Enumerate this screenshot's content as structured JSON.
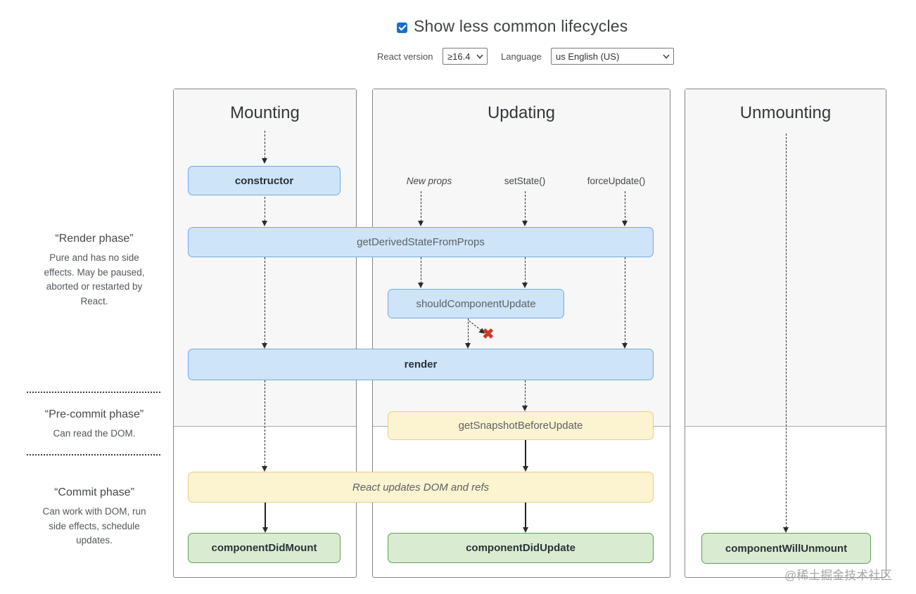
{
  "header": {
    "show_less_label": "Show less common lifecycles",
    "checkbox_checked": true,
    "react_version": {
      "label": "React version",
      "value": "≥16.4"
    },
    "language": {
      "label": "Language",
      "value": "us English (US)"
    }
  },
  "phase_labels": {
    "render": {
      "title": "“Render phase”",
      "description": "Pure and has no side effects. May be paused, aborted or restarted by React."
    },
    "pre_commit": {
      "title": "“Pre-commit phase”",
      "description": "Can read the DOM."
    },
    "commit": {
      "title": "“Commit phase”",
      "description": "Can work with DOM, run side effects, schedule updates."
    }
  },
  "columns": {
    "mounting": {
      "title": "Mounting"
    },
    "updating": {
      "title": "Updating",
      "triggers": [
        "New props",
        "setState()",
        "forceUpdate()"
      ]
    },
    "unmounting": {
      "title": "Unmounting"
    }
  },
  "methods": {
    "constructor": "constructor",
    "get_derived_state_from_props": "getDerivedStateFromProps",
    "should_component_update": "shouldComponentUpdate",
    "render": "render",
    "get_snapshot_before_update": "getSnapshotBeforeUpdate",
    "react_updates": "React updates DOM and refs",
    "component_did_mount": "componentDidMount",
    "component_did_update": "componentDidUpdate",
    "component_will_unmount": "componentWillUnmount"
  },
  "icons": {
    "checkbox": "check-icon",
    "selects": "chevron-down-icon",
    "abort": "red-x-icon"
  },
  "colors": {
    "accent_blue": "#1a6fc9",
    "blue_fill": "#cee4f8",
    "blue_border": "#72abdf",
    "yellow_fill": "#fcf3d0",
    "yellow_border": "#e7cd83",
    "green_fill": "#d9ecd2",
    "green_border": "#5f9e57",
    "red_x": "#d0381f"
  },
  "watermark": "@稀土掘金技术社区"
}
